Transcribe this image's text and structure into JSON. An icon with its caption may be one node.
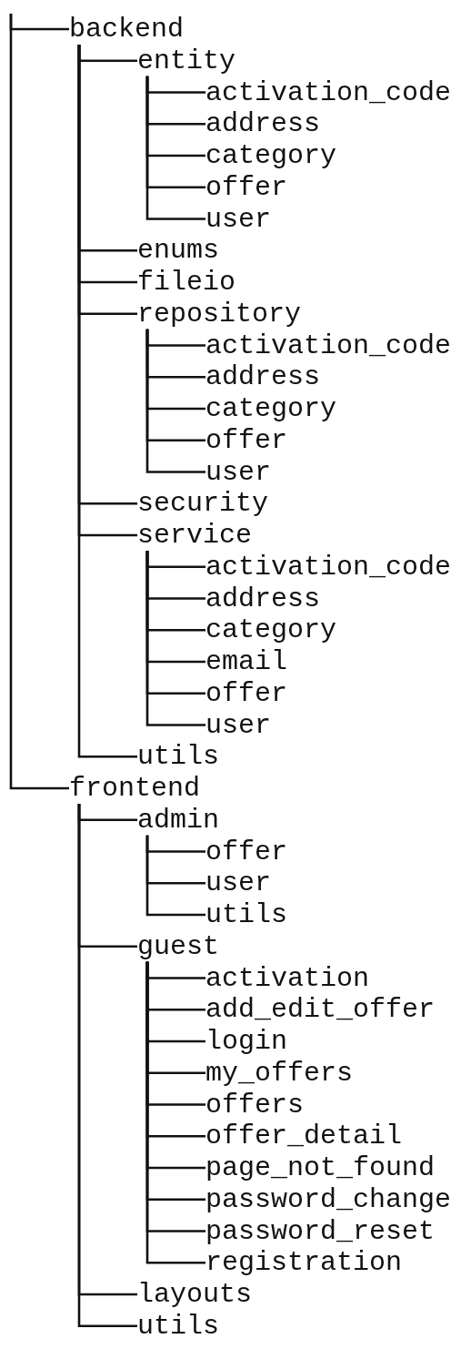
{
  "diagram": {
    "nodes": [
      {
        "text": [
          "backend"
        ]
      },
      {
        "text": [
          "entity"
        ]
      },
      {
        "text": [
          "activation_code"
        ]
      },
      {
        "text": [
          "address"
        ]
      },
      {
        "text": [
          "category"
        ]
      },
      {
        "text": [
          "offer"
        ]
      },
      {
        "text": [
          "user"
        ]
      },
      {
        "text": [
          "enums"
        ]
      },
      {
        "text": [
          "fileio"
        ]
      },
      {
        "text": [
          "repository"
        ]
      },
      {
        "text": [
          "activation_code"
        ]
      },
      {
        "text": [
          "address"
        ]
      },
      {
        "text": [
          "category"
        ]
      },
      {
        "text": [
          "offer"
        ]
      },
      {
        "text": [
          "user"
        ]
      },
      {
        "text": [
          "security"
        ]
      },
      {
        "text": [
          "service"
        ]
      },
      {
        "text": [
          "activation_code"
        ]
      },
      {
        "text": [
          "address"
        ]
      },
      {
        "text": [
          "category"
        ]
      },
      {
        "text": [
          "email"
        ]
      },
      {
        "text": [
          "offer"
        ]
      },
      {
        "text": [
          "user"
        ]
      },
      {
        "text": [
          "utils"
        ]
      },
      {
        "text": [
          "frontend"
        ]
      },
      {
        "text": [
          "admin"
        ]
      },
      {
        "text": [
          "offer"
        ]
      },
      {
        "text": [
          "user"
        ]
      },
      {
        "text": [
          "utils"
        ]
      },
      {
        "text": [
          "guest"
        ]
      },
      {
        "text": [
          "activation"
        ]
      },
      {
        "text": [
          "add_edit_offer"
        ]
      },
      {
        "text": [
          "login"
        ]
      },
      {
        "text": [
          "my_offers"
        ]
      },
      {
        "text": [
          "offers"
        ]
      },
      {
        "text": [
          "offer_detail"
        ]
      },
      {
        "text": [
          "page_not_found"
        ]
      },
      {
        "text": [
          "password_change"
        ]
      },
      {
        "text": [
          "password_reset"
        ]
      },
      {
        "text": [
          "registration"
        ]
      },
      {
        "text": [
          "layouts"
        ]
      },
      {
        "text": [
          "utils"
        ]
      }
    ],
    "edges": [
      {
        "from": null,
        "to": 0,
        "arrow": "none"
      },
      {
        "from": 0,
        "to": 1,
        "arrow": "none"
      },
      {
        "from": 1,
        "to": 2,
        "arrow": "none"
      },
      {
        "from": 1,
        "to": 3,
        "arrow": "none"
      },
      {
        "from": 1,
        "to": 4,
        "arrow": "none"
      },
      {
        "from": 1,
        "to": 5,
        "arrow": "none"
      },
      {
        "from": 1,
        "to": 6,
        "arrow": "none"
      },
      {
        "from": 0,
        "to": 7,
        "arrow": "none"
      },
      {
        "from": 0,
        "to": 8,
        "arrow": "none"
      },
      {
        "from": 0,
        "to": 9,
        "arrow": "none"
      },
      {
        "from": 9,
        "to": 10,
        "arrow": "none"
      },
      {
        "from": 9,
        "to": 11,
        "arrow": "none"
      },
      {
        "from": 9,
        "to": 12,
        "arrow": "none"
      },
      {
        "from": 9,
        "to": 13,
        "arrow": "none"
      },
      {
        "from": 9,
        "to": 14,
        "arrow": "none"
      },
      {
        "from": 0,
        "to": 15,
        "arrow": "none"
      },
      {
        "from": 0,
        "to": 16,
        "arrow": "none"
      },
      {
        "from": 16,
        "to": 17,
        "arrow": "none"
      },
      {
        "from": 16,
        "to": 18,
        "arrow": "none"
      },
      {
        "from": 16,
        "to": 19,
        "arrow": "none"
      },
      {
        "from": 16,
        "to": 20,
        "arrow": "none"
      },
      {
        "from": 16,
        "to": 21,
        "arrow": "none"
      },
      {
        "from": 16,
        "to": 22,
        "arrow": "none"
      },
      {
        "from": 0,
        "to": 23,
        "arrow": "none"
      },
      {
        "from": null,
        "to": 24,
        "arrow": "none"
      },
      {
        "from": 24,
        "to": 25,
        "arrow": "none"
      },
      {
        "from": 25,
        "to": 26,
        "arrow": "none"
      },
      {
        "from": 25,
        "to": 27,
        "arrow": "none"
      },
      {
        "from": 25,
        "to": 28,
        "arrow": "none"
      },
      {
        "from": 24,
        "to": 29,
        "arrow": "none"
      },
      {
        "from": 29,
        "to": 30,
        "arrow": "none"
      },
      {
        "from": 29,
        "to": 31,
        "arrow": "none"
      },
      {
        "from": 29,
        "to": 32,
        "arrow": "none"
      },
      {
        "from": 29,
        "to": 33,
        "arrow": "none"
      },
      {
        "from": 29,
        "to": 34,
        "arrow": "none"
      },
      {
        "from": 29,
        "to": 35,
        "arrow": "none"
      },
      {
        "from": 29,
        "to": 36,
        "arrow": "none"
      },
      {
        "from": 29,
        "to": 37,
        "arrow": "none"
      },
      {
        "from": 29,
        "to": 38,
        "arrow": "none"
      },
      {
        "from": 29,
        "to": 39,
        "arrow": "none"
      },
      {
        "from": 24,
        "to": 40,
        "arrow": "none"
      },
      {
        "from": 24,
        "to": 41,
        "arrow": "none"
      }
    ]
  }
}
